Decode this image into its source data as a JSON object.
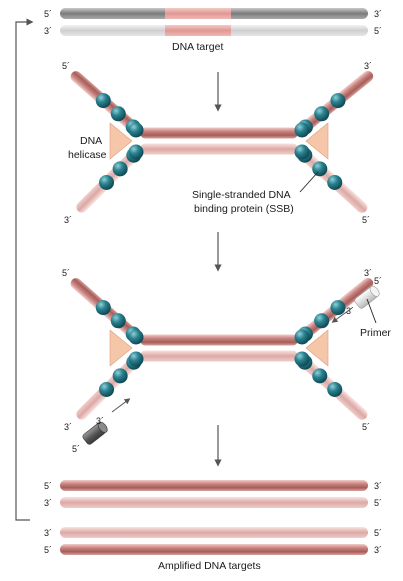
{
  "labels": {
    "dna_target": "DNA target",
    "dna_helicase_line1": "DNA",
    "dna_helicase_line2": "helicase",
    "ssb_line1": "Single-stranded DNA",
    "ssb_line2": "binding protein (SSB)",
    "primer": "Primer",
    "amplified": "Amplified DNA targets"
  },
  "ends": {
    "five": "5´",
    "three": "3´"
  },
  "colors": {
    "strand": "#b8706c",
    "strand_light": "#d9a39f",
    "target_region": "#e8a3a0",
    "template_dark": "#8a8a8a",
    "template_light": "#d4d4d4",
    "ssb": "#1f6f7a",
    "helicase": "#f5c6a8",
    "primer_white": "#eeeeee",
    "primer_dark": "#6a6a6a",
    "arrow": "#555555"
  }
}
